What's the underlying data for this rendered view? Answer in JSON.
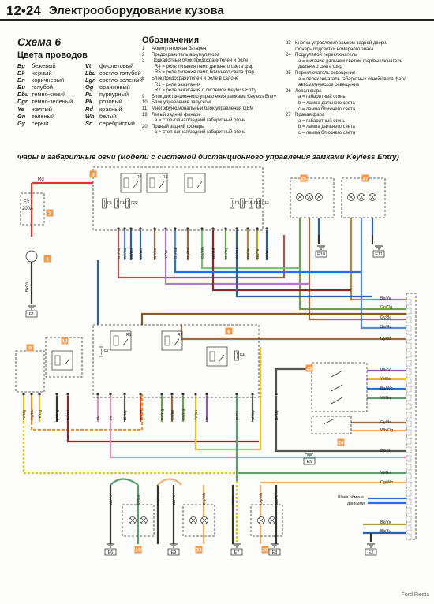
{
  "header": {
    "page_number": "12•24",
    "title": "Электрооборудование кузова"
  },
  "scheme": {
    "title": "Схема 6"
  },
  "wire_colors": {
    "title": "Цвета проводов",
    "items": [
      {
        "code": "Bg",
        "name": "бежевый"
      },
      {
        "code": "Bk",
        "name": "черный"
      },
      {
        "code": "Bn",
        "name": "коричневый"
      },
      {
        "code": "Bu",
        "name": "голубой"
      },
      {
        "code": "Dbu",
        "name": "темно-синий"
      },
      {
        "code": "Dgn",
        "name": "темно-зеленый"
      },
      {
        "code": "Gn",
        "name": "зеленый"
      },
      {
        "code": "Gy",
        "name": "серый"
      },
      {
        "code": "Vt",
        "name": "фиолетовый"
      },
      {
        "code": "Lbu",
        "name": "светло-голубой"
      },
      {
        "code": "Lgn",
        "name": "светло-зеленый"
      },
      {
        "code": "Og",
        "name": "оранжевый"
      },
      {
        "code": "Pu",
        "name": "пурпурный"
      },
      {
        "code": "Pk",
        "name": "розовый"
      },
      {
        "code": "Rd",
        "name": "красный"
      },
      {
        "code": "Wh",
        "name": "белый"
      },
      {
        "code": "Ye",
        "name": "желтый"
      },
      {
        "code": "Sr",
        "name": "серебристый"
      }
    ]
  },
  "legend": {
    "title": "Обозначения",
    "col1": [
      {
        "num": "1",
        "text": "Аккумуляторная батарея"
      },
      {
        "num": "2",
        "text": "Предохранитель аккумулятора"
      },
      {
        "num": "3",
        "text": "Подкапотный блок предохранителей и реле"
      },
      {
        "num": "",
        "text": "R4 = реле питания ламп дальнего света фар",
        "sub": true
      },
      {
        "num": "",
        "text": "R5 = реле питания ламп ближнего света фар",
        "sub": true
      },
      {
        "num": "6",
        "text": "Блок предохранителей и реле в салоне"
      },
      {
        "num": "",
        "text": "R1 = реле зажигания",
        "sub": true
      },
      {
        "num": "",
        "text": "R7 = реле зажигания с системой Keyless Entry",
        "sub": true
      },
      {
        "num": "9",
        "text": "Блок дистанционного управления замками Keyless Entry"
      },
      {
        "num": "10",
        "text": "Блок управления запуском"
      },
      {
        "num": "11",
        "text": "Многофункциональный блок управления GEM"
      },
      {
        "num": "19",
        "text": "Левый задний фонарь"
      },
      {
        "num": "",
        "text": "a = стоп-сигнал/задний габаритный огонь",
        "sub": true
      },
      {
        "num": "20",
        "text": "Правый задний фонарь"
      },
      {
        "num": "",
        "text": "a = стоп-сигнал/задний габаритный огонь",
        "sub": true
      }
    ],
    "col2": [
      {
        "num": "23",
        "text": "Кнопка управления замком задней двери/"
      },
      {
        "num": "",
        "text": "фонарь подсветки номерного знака"
      },
      {
        "num": "24",
        "text": "Подрулевой переключатель"
      },
      {
        "num": "",
        "text": "a = мигание дальним светом фар/выключатель",
        "sub": true
      },
      {
        "num": "",
        "text": "дальнего света фар",
        "sub": true
      },
      {
        "num": "25",
        "text": "Переключатель освещения"
      },
      {
        "num": "",
        "text": "a = переключатель габаритных огней/света фар/",
        "sub": true
      },
      {
        "num": "",
        "text": "автоматическое освещение",
        "sub": true
      },
      {
        "num": "26",
        "text": "Левая фара"
      },
      {
        "num": "",
        "text": "a = габаритный огонь",
        "sub": true
      },
      {
        "num": "",
        "text": "b = лампа дальнего света",
        "sub": true
      },
      {
        "num": "",
        "text": "c = лампа ближнего света",
        "sub": true
      },
      {
        "num": "27",
        "text": "Правая фара"
      },
      {
        "num": "",
        "text": "a = габаритный огонь",
        "sub": true
      },
      {
        "num": "",
        "text": "b = лампа дальнего света",
        "sub": true
      },
      {
        "num": "",
        "text": "c = лампа ближнего света",
        "sub": true
      }
    ]
  },
  "diagram": {
    "title": "Фары и габаритные огни (модели с системой дистанционного управления замками Keyless Entry)",
    "component_numbers": [
      "1",
      "2",
      "3",
      "6",
      "9",
      "10",
      "19",
      "20",
      "23",
      "24",
      "25",
      "26",
      "27"
    ],
    "fuses_block3": [
      "F5",
      "F17",
      "F22",
      "F14",
      "F15",
      "F12",
      "F13"
    ],
    "fuses_block6": [
      "F17",
      "F4"
    ],
    "relays": [
      "R4",
      "R5",
      "R1",
      "R7"
    ],
    "battery_fuse": {
      "name": "F3",
      "rating": "200A"
    },
    "ground_points": [
      "E1",
      "E2",
      "E5",
      "E6",
      "E7",
      "E8",
      "E9",
      "E10",
      "E11"
    ],
    "right_wire_labels": [
      "Bn/Ye",
      "Gn/Og",
      "Gy/Bu",
      "Bn/Rd",
      "Gy/Bn",
      "Wh/Vt",
      "Ye/Bu",
      "Bu/Wh",
      "Vt/Gn",
      "Gy/Bn",
      "Wh/Og",
      "Bk/Bu",
      "Vt/Gn",
      "Og/Wh",
      "Bk/Ye",
      "Bk/Bu"
    ],
    "data_bus_label": "Шина обмена данными",
    "wire_labels_top": [
      "Gy/Rd",
      "Gy/Bu",
      "Bk/Bu",
      "Bk/Bu",
      "Gy/Bn",
      "Vt/Ye",
      "Gy/Bu",
      "Gy/Bn",
      "Gn/Wh",
      "Bk/Rd",
      "Gn/Og",
      "Bk/Bu",
      "Bn/Ye",
      "Bk/Ye",
      "Bk/Bu"
    ],
    "wire_labels_mid": [
      "Ye/Og",
      "Og/Bu",
      "Ye/Og",
      "Bk/Og",
      "Bk/Rd",
      "Pk",
      "Pk",
      "Bk/Gy",
      "Rd/Ye",
      "Gn/Og",
      "Gy/Bn",
      "Gn/Og",
      "Ye/Gn",
      "Vt",
      "Vt/Gn",
      "Bk/Gy",
      "Bk/Gy"
    ],
    "wire_labels_bottom": [
      "Bk/Vt",
      "Vt/Gn",
      "Bk/Vt",
      "Bk/Vt",
      "Og/Wh",
      "Bk/Vt",
      "Og/Wh",
      "Bk/Vt"
    ],
    "battery_wire": "Rd",
    "battery_ground": "Bk/Vt"
  },
  "footer": {
    "text": "Ford Fiesta"
  }
}
